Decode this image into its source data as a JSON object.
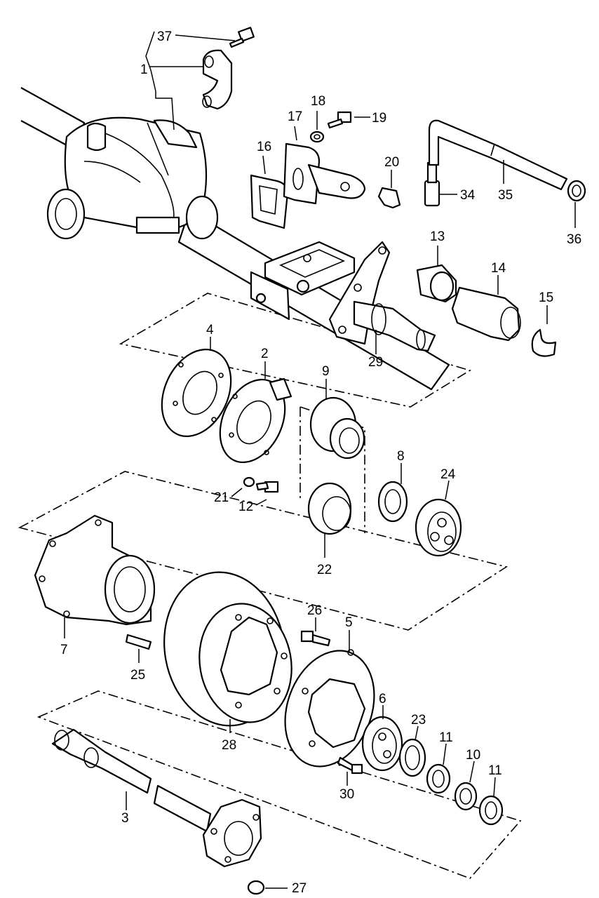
{
  "callouts": {
    "c1": "1",
    "c2": "2",
    "c3": "3",
    "c4": "4",
    "c5": "5",
    "c6": "6",
    "c7": "7",
    "c8": "8",
    "c9": "9",
    "c10": "10",
    "c11a": "11",
    "c11b": "11",
    "c12": "12",
    "c13": "13",
    "c14": "14",
    "c15": "15",
    "c16": "16",
    "c17": "17",
    "c18": "18",
    "c19": "19",
    "c20": "20",
    "c21": "21",
    "c22": "22",
    "c23": "23",
    "c24": "24",
    "c25": "25",
    "c26": "26",
    "c27": "27",
    "c28": "28",
    "c29": "29",
    "c30": "30",
    "c34": "34",
    "c35": "35",
    "c36": "36",
    "c37": "37"
  }
}
